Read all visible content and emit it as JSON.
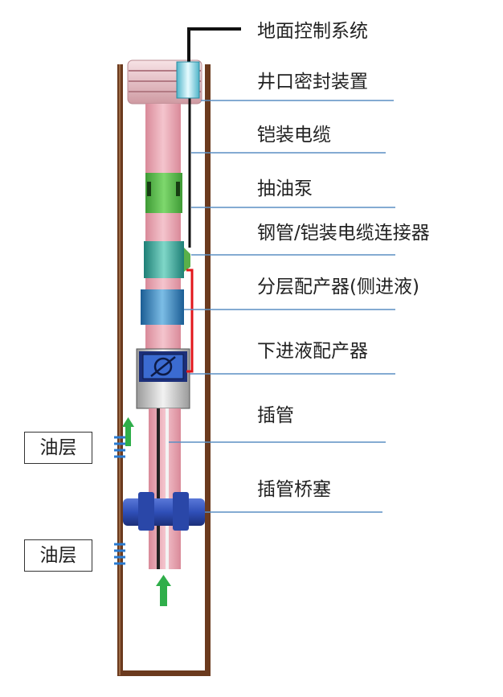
{
  "labels": {
    "surface_control": "地面控制系统",
    "wellhead_seal": "井口密封装置",
    "armored_cable": "铠装电缆",
    "oil_pump": "抽油泵",
    "connector": "钢管/铠装电缆连接器",
    "layered_distributor": "分层配产器(侧进液)",
    "lower_distributor": "下进液配产器",
    "insert_pipe": "插管",
    "pipe_bridge_plug": "插管桥塞"
  },
  "oil_layers": [
    "油层",
    "油层"
  ],
  "colors": {
    "casing": "#6b3a1e",
    "tubing": "#e8a3b0",
    "pump": "#5ac04a",
    "connector": "#3aa89a",
    "distributor": "#2f86c2",
    "plug": "#2f4fb8",
    "leader_line": "#5b8fc4",
    "cable": "#111111",
    "red_line": "#e2161b",
    "arrow": "#2fae4a",
    "perforation": "#2a7bd1"
  }
}
